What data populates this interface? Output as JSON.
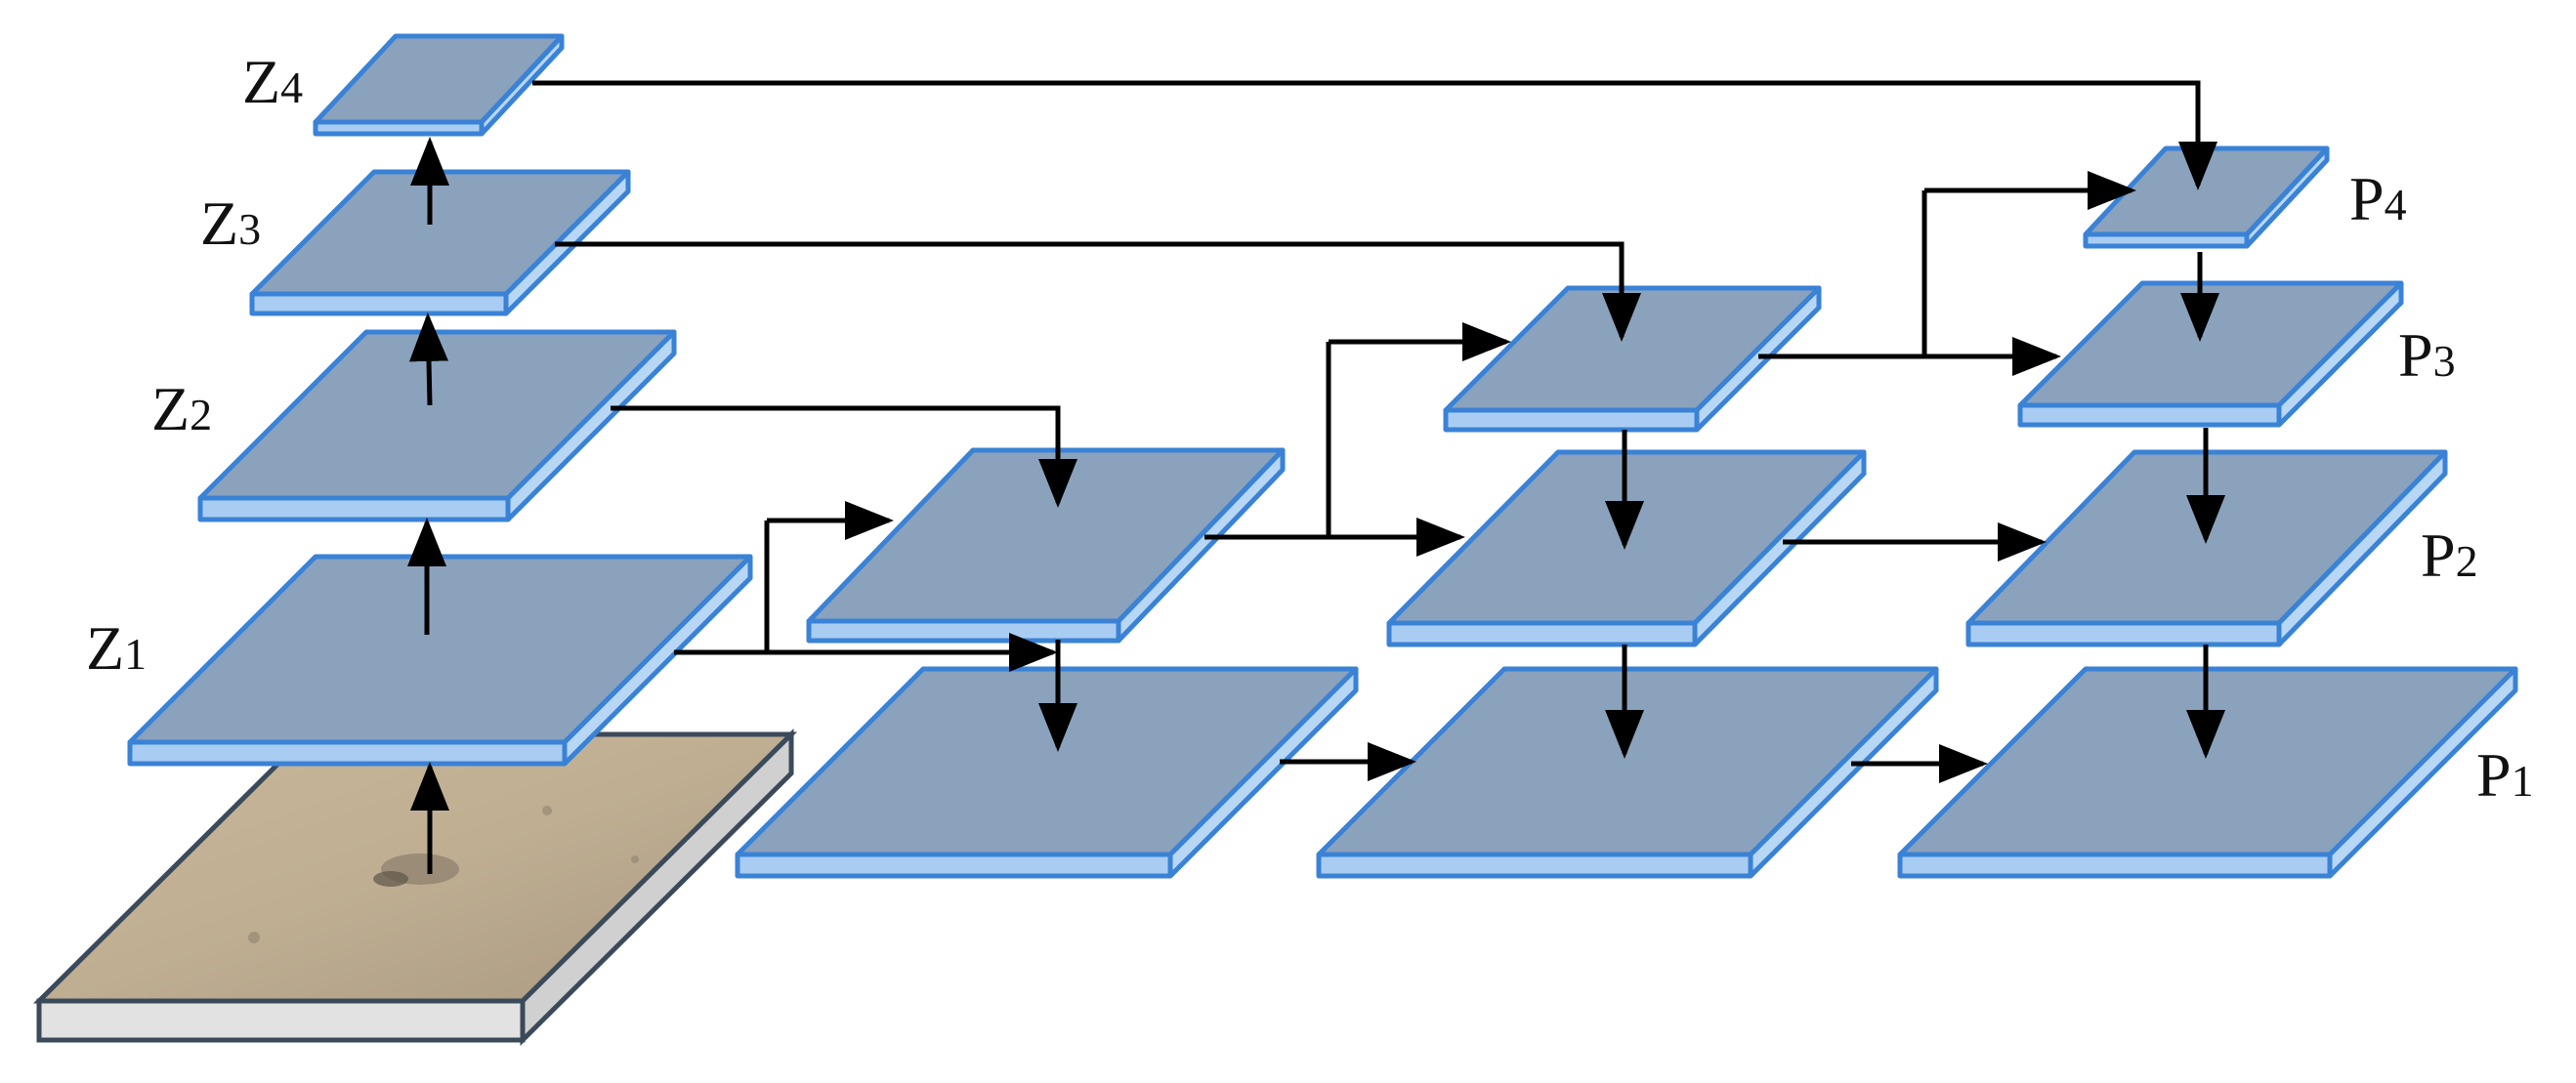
{
  "encoder": {
    "labels": [
      {
        "main": "Z",
        "sub": "4"
      },
      {
        "main": "Z",
        "sub": "3"
      },
      {
        "main": "Z",
        "sub": "2"
      },
      {
        "main": "Z",
        "sub": "1"
      }
    ]
  },
  "decoder": {
    "labels": [
      {
        "main": "P",
        "sub": "4"
      },
      {
        "main": "P",
        "sub": "3"
      },
      {
        "main": "P",
        "sub": "2"
      },
      {
        "main": "P",
        "sub": "1"
      }
    ]
  },
  "colors": {
    "layer_top": "#8ba2bd",
    "layer_edge": "#3a82d6",
    "layer_front": "#a9cdf2",
    "arrow": "#000000"
  }
}
